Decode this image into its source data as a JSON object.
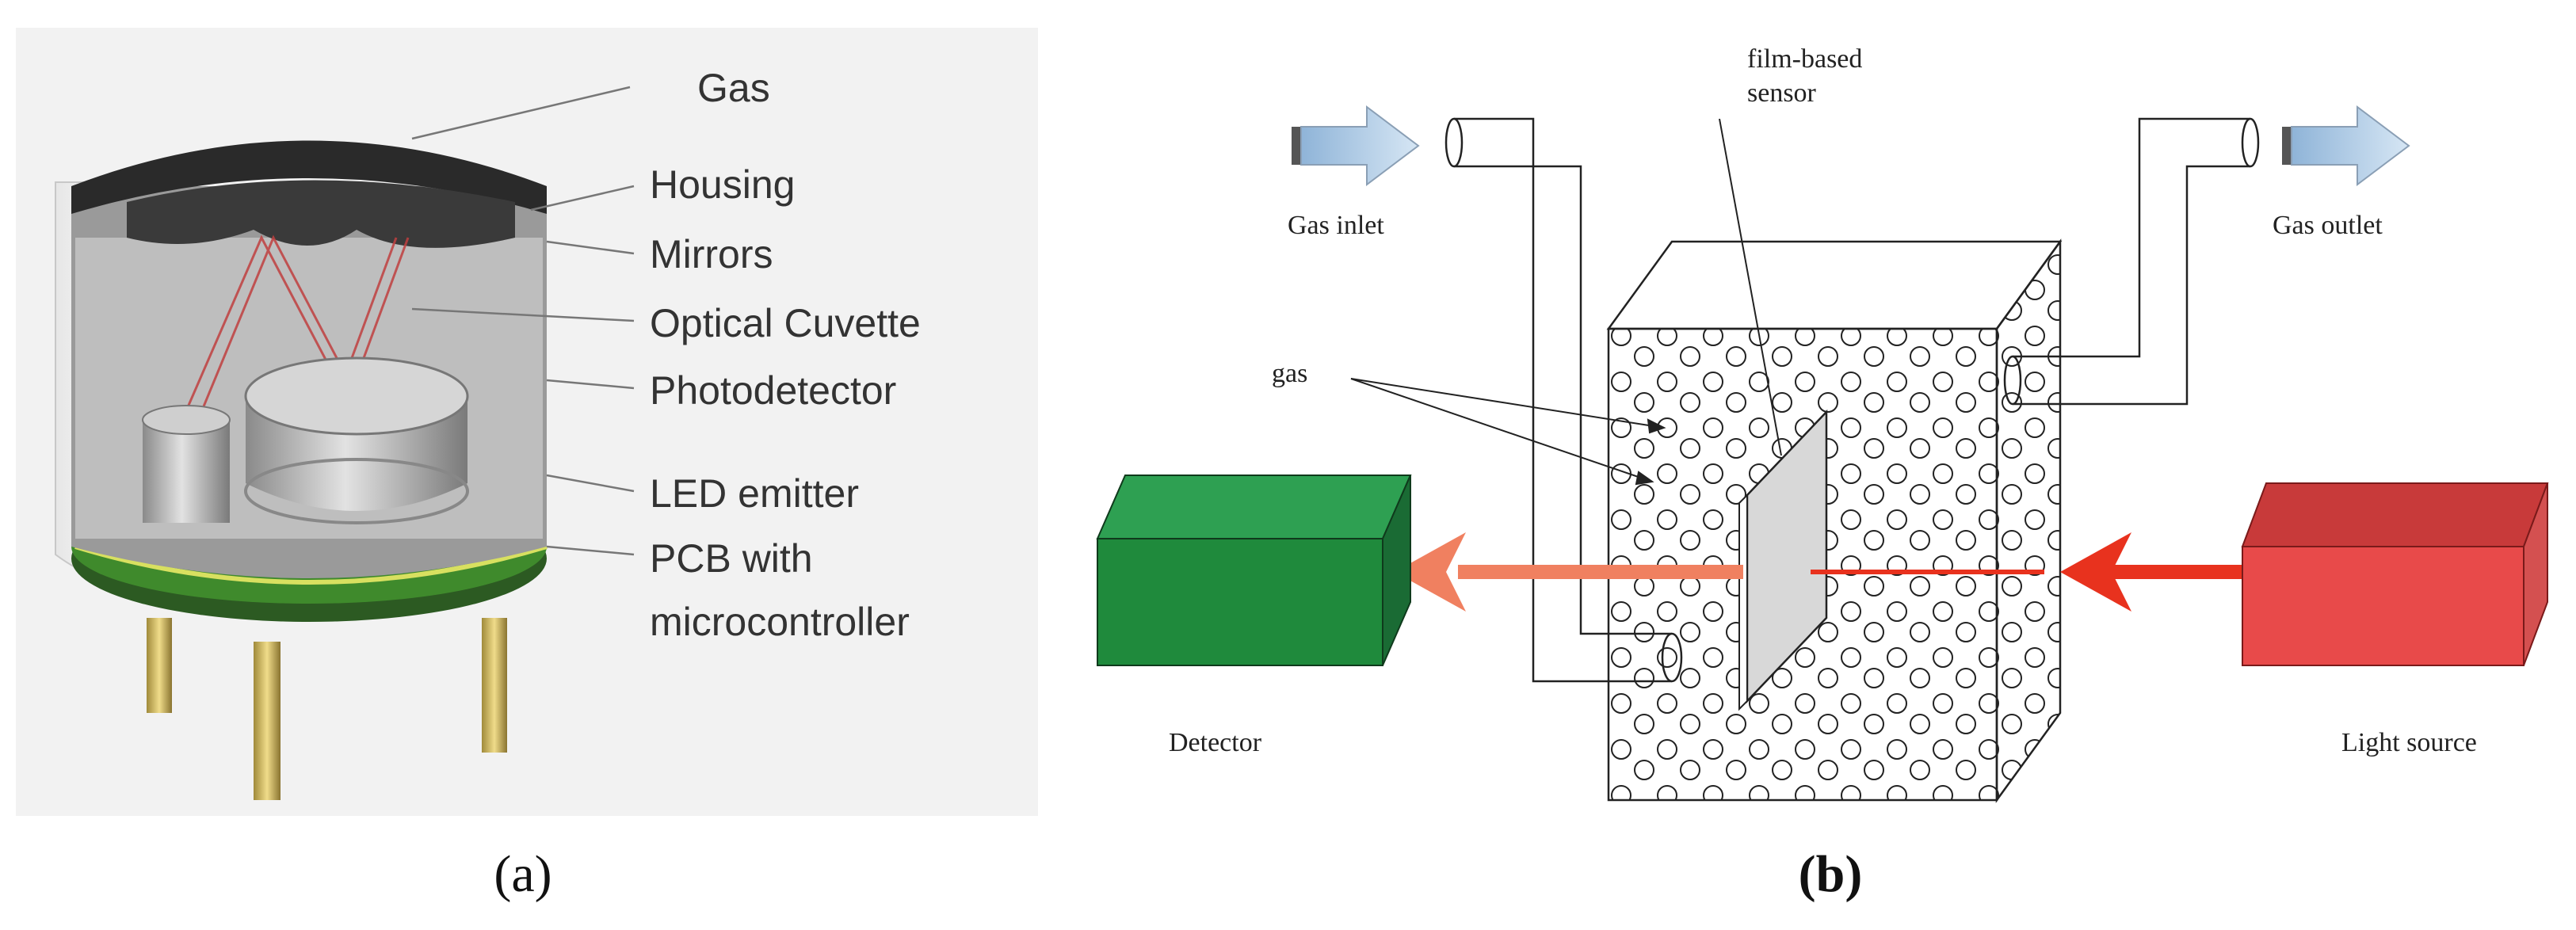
{
  "panel_a": {
    "caption": "(a)",
    "labels": {
      "gas": "Gas",
      "housing": "Housing",
      "mirrors": "Mirrors",
      "optical_cuvette": "Optical Cuvette",
      "photodetector": "Photodetector",
      "led_emitter": "LED emitter",
      "pcb_line1": "PCB with",
      "pcb_line2": "microcontroller"
    }
  },
  "panel_b": {
    "caption": "(b)",
    "labels": {
      "film_line1": "film-based",
      "film_line2": "sensor",
      "gas_inlet": "Gas inlet",
      "gas_outlet": "Gas outlet",
      "gas": "gas",
      "detector": "Detector",
      "light_source": "Light source"
    }
  },
  "colors": {
    "detector": "#1f8a3c",
    "light_source": "#e84a4a",
    "beam": "#e8321e",
    "beam_out": "#f08060",
    "arrow_blue": "#b9d3ea"
  }
}
